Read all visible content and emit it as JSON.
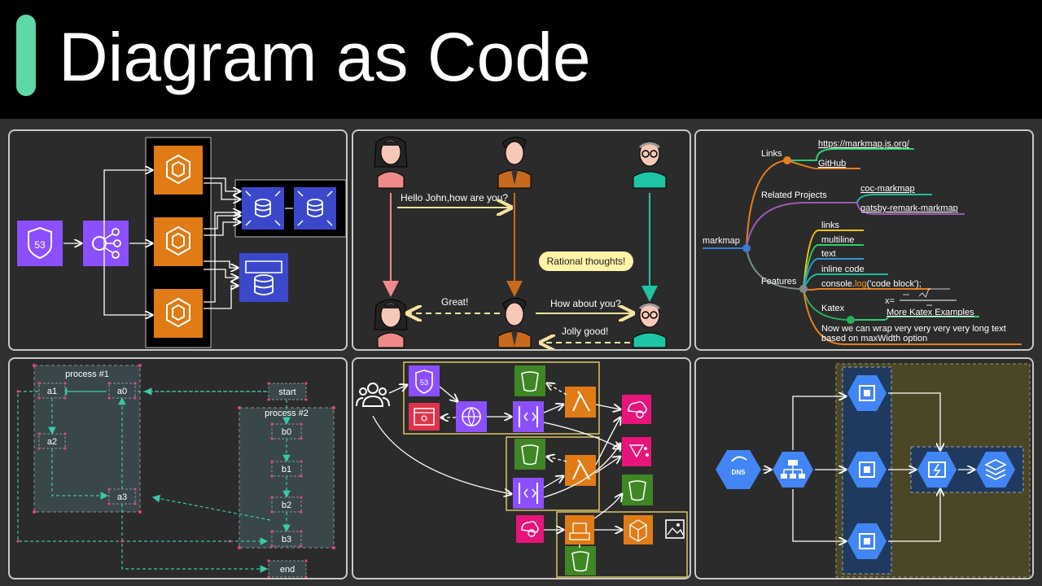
{
  "header": {
    "title": "Diagram as Code",
    "accent_color": "#5dd9a6"
  },
  "sequence": {
    "msg1": "Hello John,how are you?",
    "note": "Rational thoughts!",
    "msg2": "Great!",
    "msg3": "How about you?",
    "msg4": "Jolly good!"
  },
  "mindmap": {
    "root": "markmap",
    "links": "Links",
    "link_items": [
      "https://markmap.js.org/",
      "GitHub"
    ],
    "related": "Related Projects",
    "related_items": [
      "coc-markmap",
      "gatsby-remark-markmap"
    ],
    "features": "Features",
    "feature_items": [
      "links",
      "multiline",
      "text",
      "inline code"
    ],
    "console_prefix": "console.",
    "console_log": "log",
    "console_suffix": "('code block');",
    "katex": "Katex",
    "katex_formula": "x=",
    "katex_link": "More Katex Examples",
    "wrap_line1": "Now we can wrap very very very very long text",
    "wrap_line2": "based on maxWidth option"
  },
  "flow": {
    "process1": "process #1",
    "process2": "process #2",
    "a1": "a1",
    "a0": "a0",
    "a2": "a2",
    "a3": "a3",
    "start": "start",
    "b0": "b0",
    "b1": "b1",
    "b2": "b2",
    "b3": "b3",
    "end": "end"
  },
  "icons": {
    "route53": "53",
    "dns": "DNS"
  },
  "colors": {
    "aws_orange": "#e07b16",
    "aws_purple": "#8c4fff",
    "aws_blue": "#3b48cc",
    "aws_green": "#3f8624",
    "aws_pink": "#e7157b",
    "gcp_blue": "#4285f4",
    "flow_teal": "#3ec7a8",
    "flow_marker": "#e0457b"
  }
}
